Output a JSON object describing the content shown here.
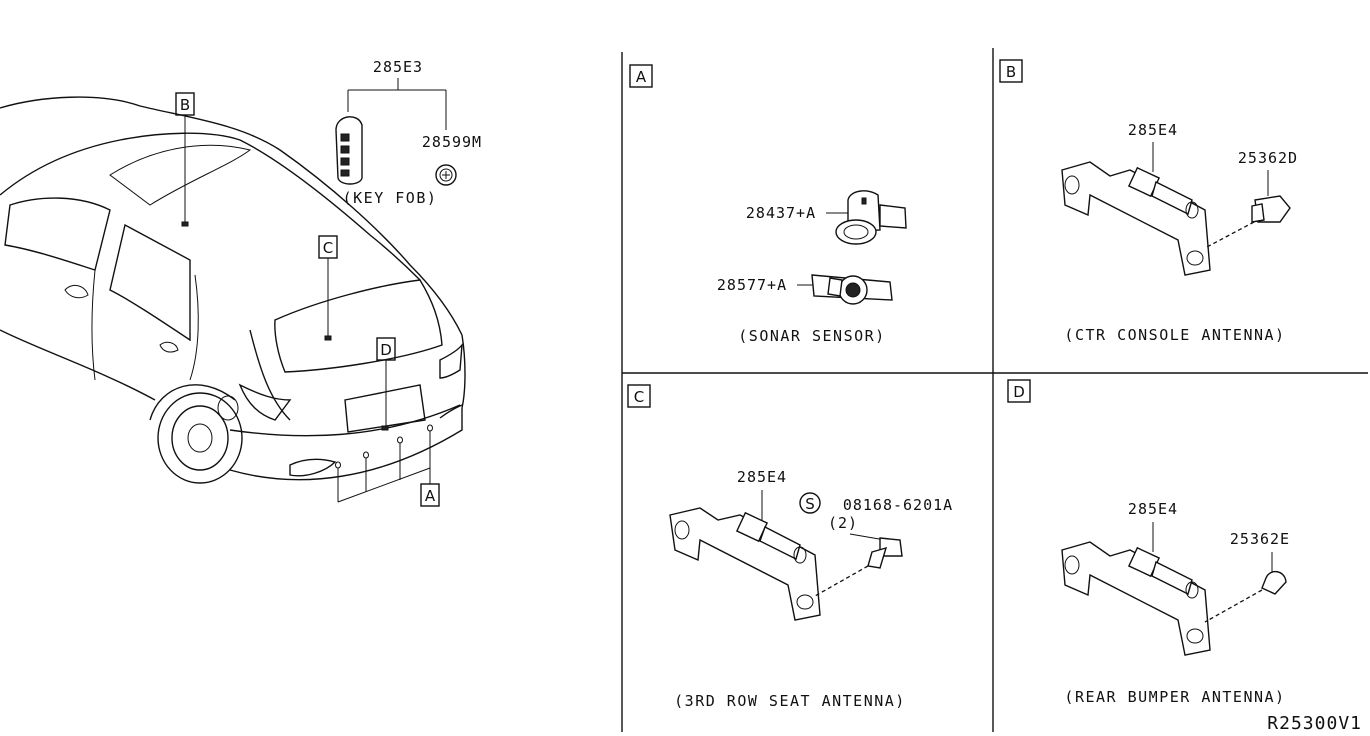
{
  "car_view": {
    "part_keyfob": "285E3",
    "part_battery": "28599M",
    "caption_keyfob": "(KEY FOB)",
    "callouts": [
      "A",
      "B",
      "C",
      "D"
    ]
  },
  "panel_a": {
    "tag": "A",
    "part_1": "28437+A",
    "part_2": "28577+A",
    "caption": "(SONAR SENSOR)"
  },
  "panel_b": {
    "tag": "B",
    "part_1": "285E4",
    "part_2": "25362D",
    "caption": "(CTR CONSOLE ANTENNA)"
  },
  "panel_c": {
    "tag": "C",
    "part_1": "285E4",
    "bolt_symbol": "S",
    "part_2": "08168-6201A",
    "qty": "(2)",
    "caption": "(3RD ROW SEAT ANTENNA)"
  },
  "panel_d": {
    "tag": "D",
    "part_1": "285E4",
    "part_2": "25362E",
    "caption": "(REAR BUMPER ANTENNA)"
  },
  "drawing_ref": "R25300V1"
}
